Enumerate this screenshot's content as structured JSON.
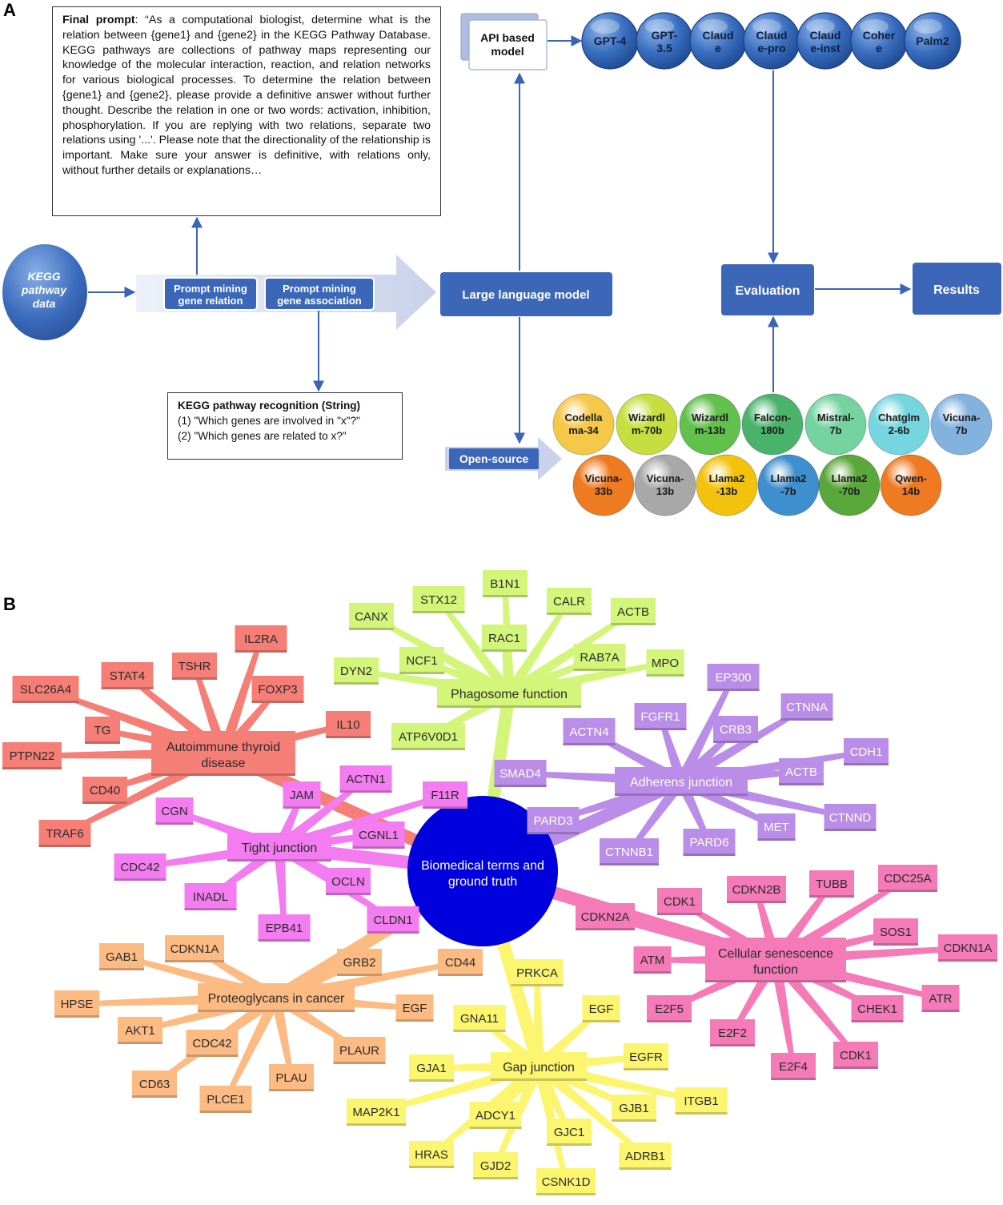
{
  "panel_a": {
    "label": "A",
    "final_prompt": {
      "lead": "Final prompt",
      "text": ": “As a computational biologist, determine what is the relation between {gene1} and {gene2} in the KEGG Pathway Database. KEGG pathways are collections of pathway maps representing our knowledge of the molecular interaction, reaction, and relation networks for various biological processes. To determine the relation between {gene1} and {gene2}, please provide a definitive answer without further thought. Describe the relation in one or two words: activation, inhibition, phosphorylation. If you are replying with two relations, separate two relations using '...'. Please note that the directionality of the relationship is important. Make sure your answer is definitive, with relations only, without further details or explanations…"
    },
    "kegg_data": [
      "KEGG",
      "pathway",
      "data"
    ],
    "prompt_gene_relation": [
      "Prompt mining",
      "gene relation"
    ],
    "prompt_gene_association": [
      "Prompt mining",
      "gene association"
    ],
    "recognition": {
      "title": "KEGG pathway recognition (String)",
      "q1": "(1) \"Which genes are involved in \"x\"?\"",
      "q2": "(2) \"Which genes are related to x?\""
    },
    "llm": "Large language model",
    "api_model": [
      "API based",
      "model"
    ],
    "open_source": "Open-source",
    "evaluation": "Evaluation",
    "results": "Results",
    "api_models": [
      [
        "GPT-4"
      ],
      [
        "GPT-",
        "3.5"
      ],
      [
        "Claud",
        "e"
      ],
      [
        "Claud",
        "e-pro"
      ],
      [
        "Claud",
        "e-inst"
      ],
      [
        "Coher",
        "e"
      ],
      [
        "Palm2"
      ]
    ],
    "open_models_row1": [
      {
        "l": [
          "Codella",
          "ma-34"
        ],
        "c": "#f5c84a"
      },
      {
        "l": [
          "Wizardl",
          "m-70b"
        ],
        "c": "#c6df3e"
      },
      {
        "l": [
          "Wizardl",
          "m-13b"
        ],
        "c": "#62c04c"
      },
      {
        "l": [
          "Falcon-",
          "180b"
        ],
        "c": "#49b36b"
      },
      {
        "l": [
          "Mistral-",
          "7b"
        ],
        "c": "#74d3a0"
      },
      {
        "l": [
          "Chatglm",
          "2-6b"
        ],
        "c": "#76d6df"
      },
      {
        "l": [
          "Vicuna-",
          "7b"
        ],
        "c": "#84b2de"
      }
    ],
    "open_models_row2": [
      {
        "l": [
          "Vicuna-",
          "33b"
        ],
        "c": "#ee7a22"
      },
      {
        "l": [
          "Vicuna-",
          "13b"
        ],
        "c": "#a8a8a8"
      },
      {
        "l": [
          "Llama2",
          "-13b"
        ],
        "c": "#f2c20c"
      },
      {
        "l": [
          "Llama2",
          "-7b"
        ],
        "c": "#3f8fcf"
      },
      {
        "l": [
          "Llama2",
          "-70b"
        ],
        "c": "#5aa83b"
      },
      {
        "l": [
          "Qwen-",
          "14b"
        ],
        "c": "#ee7a22"
      }
    ]
  },
  "panel_b": {
    "label": "B",
    "center": [
      "Biomedical terms and",
      "ground truth"
    ],
    "hubs": {
      "phagosome": {
        "label": [
          "Phagosome function"
        ],
        "color": "#d3f57a",
        "leaves": [
          "B1N1",
          "STX12",
          "CALR",
          "CANX",
          "RAC1",
          "ACTB",
          "NCF1",
          "RAB7A",
          "DYN2",
          "MPO",
          "ATP6V0D1"
        ]
      },
      "autoimmune": {
        "label": [
          "Autoimmune thyroid",
          "disease"
        ],
        "color": "#f57f77",
        "leaves": [
          "IL2RA",
          "STAT4",
          "TSHR",
          "SLC26A4",
          "FOXP3",
          "TG",
          "IL10",
          "PTPN22",
          "CD40",
          "TRAF6"
        ]
      },
      "adherens": {
        "label": [
          "Adherens junction"
        ],
        "color": "#b98de8",
        "leaves": [
          "EP300",
          "FGFR1",
          "CTNNA",
          "ACTN4",
          "CRB3",
          "CDH1",
          "SMAD4",
          "ACTB",
          "PARD3",
          "CTNND",
          "MET",
          "PARD6",
          "CTNNB1"
        ]
      },
      "tight": {
        "label": [
          "Tight junction"
        ],
        "color": "#f27cf0",
        "leaves": [
          "ACTN1",
          "JAM",
          "F11R",
          "CGN",
          "CGNL1",
          "CDC42",
          "INADL",
          "OCLN",
          "EPB41",
          "CLDN1"
        ]
      },
      "senescence": {
        "label": [
          "Cellular senescence",
          "function"
        ],
        "color": "#f57ab8",
        "leaves": [
          "CDKN2B",
          "TUBB",
          "CDC25A",
          "CDK1",
          "CDKN2A",
          "SOS1",
          "CDKN1A",
          "ATM",
          "E2F5",
          "ATR",
          "CHEK1",
          "E2F2",
          "E2F4",
          "CDK1"
        ]
      },
      "proteoglycans": {
        "label": [
          "Proteoglycans in cancer"
        ],
        "color": "#fdbb84",
        "leaves": [
          "GAB1",
          "CDKN1A",
          "GRB2",
          "CD44",
          "HPSE",
          "EGF",
          "AKT1",
          "CDC42",
          "PLAUR",
          "CD63",
          "PLAU",
          "PLCE1"
        ]
      },
      "gap": {
        "label": [
          "Gap junction"
        ],
        "color": "#fbf56f",
        "leaves": [
          "PRKCA",
          "GNA11",
          "EGF",
          "GJA1",
          "EGFR",
          "MAP2K1",
          "ADCY1",
          "GJB1",
          "ITGB1",
          "HRAS",
          "GJC1",
          "ADRB1",
          "GJD2",
          "CSNK1D"
        ]
      }
    }
  }
}
